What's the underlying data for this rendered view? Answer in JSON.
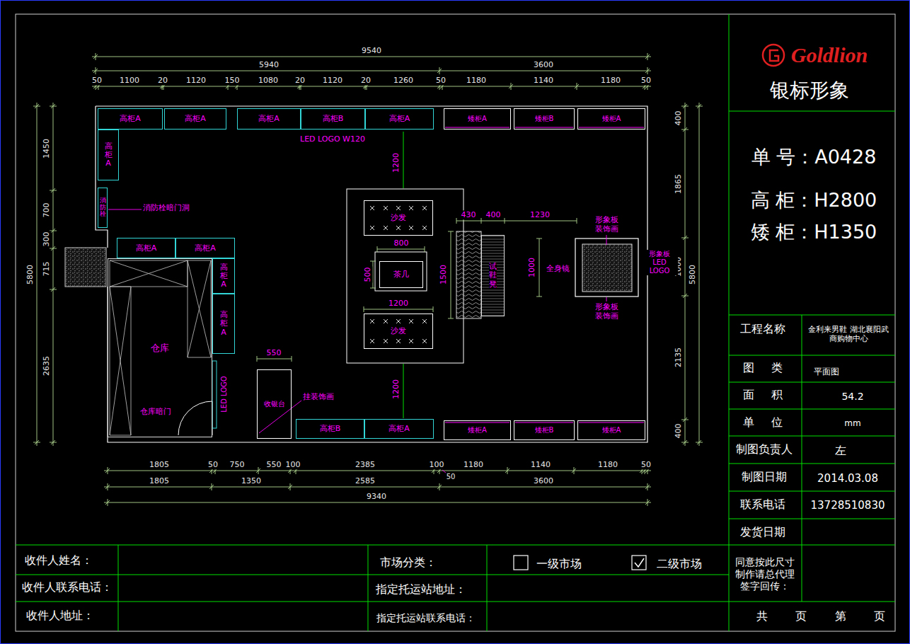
{
  "diagram": {
    "title": "银标形象",
    "nodes": [
      {
        "text": [
          "高柜A"
        ]
      },
      {
        "text": [
          "高柜A"
        ]
      },
      {
        "text": [
          "高柜A"
        ]
      },
      {
        "text": [
          "高柜B"
        ]
      },
      {
        "text": [
          "高柜A"
        ]
      },
      {
        "text": [
          "矮柜A"
        ]
      },
      {
        "text": [
          "矮柜B"
        ]
      },
      {
        "text": [
          "矮柜A"
        ]
      },
      {
        "text": [
          "高柜A"
        ]
      },
      {
        "text": [
          "消防栓"
        ]
      },
      {
        "text": [
          "沙发"
        ]
      },
      {
        "text": [
          "高柜A"
        ]
      },
      {
        "text": [
          "高柜A"
        ]
      },
      {
        "text": [
          "试鞋凳"
        ]
      },
      {
        "text": [
          "茶几"
        ]
      },
      {
        "text": [
          "高柜A"
        ]
      },
      {
        "text": [
          "高柜A"
        ]
      },
      {
        "text": [
          "仓库"
        ]
      },
      {
        "text": [
          "沙发"
        ]
      },
      {
        "text": [
          "收银台"
        ]
      },
      {
        "text": [
          "高柜B"
        ]
      },
      {
        "text": [
          "高柜A"
        ]
      },
      {
        "text": [
          "矮柜A"
        ]
      },
      {
        "text": [
          "矮柜B"
        ]
      },
      {
        "text": [
          "矮柜A"
        ]
      }
    ],
    "labels": [
      "9540",
      "5940",
      "3600",
      "50",
      "1100",
      "20",
      "1120",
      "150",
      "1080",
      "20",
      "1120",
      "20",
      "1260",
      "50",
      "1180",
      "1140",
      "1180",
      "50",
      "1450",
      "700",
      "300",
      "715",
      "2635",
      "5800",
      "400",
      "1865",
      "1000",
      "2135",
      "400",
      "5800",
      "1805",
      "50",
      "750",
      "550",
      "100",
      "2385",
      "100",
      "1180",
      "1140",
      "1180",
      "50",
      "1805",
      "1350",
      "2585",
      "50",
      "3600",
      "9340",
      "LED LOGO W120",
      "1200",
      "消防栓暗门洞",
      "800",
      "500",
      "1500",
      "1200",
      "430",
      "400",
      "1230",
      "形象板 装饰画",
      "全身镜",
      "1000",
      "形象板 LED LOGO",
      "形象板 装饰画",
      "仓库暗门",
      "LED LOGO",
      "550",
      "挂装饰画",
      "1200",
      "Goldlion",
      "单 号：A0428",
      "高 柜：H2800",
      "矮 柜：H1350",
      "工程名称",
      "金利来男鞋 湖北襄阳武商购物中心",
      "图 类",
      "平面图",
      "面 积",
      "54.2",
      "单 位",
      "mm",
      "制图负责人",
      "左",
      "制图日期",
      "2014.03.08",
      "联系电话",
      "13728510830",
      "发货日期",
      "收件人姓名：",
      "收件人联系电话：",
      "收件人地址：",
      "市场分类：",
      "一级市场",
      "二级市场",
      "指定托运站地址：",
      "指定托运站联系电话：",
      "同意按此尺寸 制作请总代理 签字回传：",
      "共 页 第 页"
    ]
  }
}
